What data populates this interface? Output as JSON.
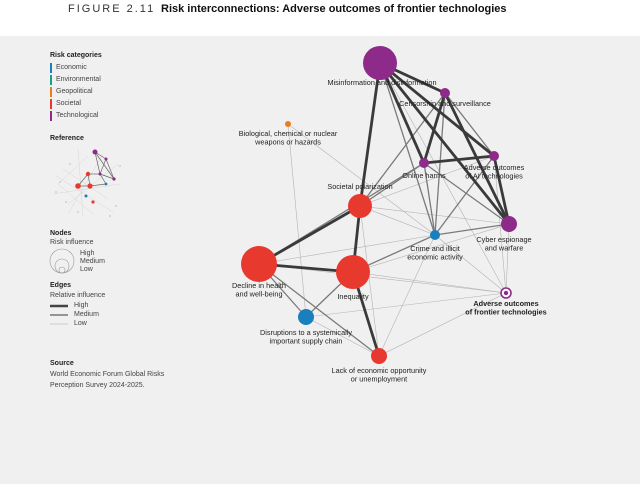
{
  "header": {
    "figure_label": "FIGURE 2.11",
    "title": "Risk interconnections: Adverse outcomes of frontier technologies"
  },
  "legend": {
    "categories_title": "Risk categories",
    "categories": [
      {
        "label": "Economic",
        "color": "#1a7fbd"
      },
      {
        "label": "Environmental",
        "color": "#16a085"
      },
      {
        "label": "Geopolitical",
        "color": "#e67e22"
      },
      {
        "label": "Societal",
        "color": "#e8392f"
      },
      {
        "label": "Technological",
        "color": "#8e2a8a"
      }
    ],
    "reference_title": "Reference",
    "nodes_title": "Nodes",
    "nodes_subtitle": "Risk influence",
    "nodes_levels": [
      "High",
      "Medium",
      "Low"
    ],
    "edges_title": "Edges",
    "edges_subtitle": "Relative influence",
    "edges_levels": [
      "High",
      "Medium",
      "Low"
    ],
    "source_title": "Source",
    "source_text_1": "World Economic Forum Global Risks",
    "source_text_2": "Perception Survey 2024-2025."
  },
  "network": {
    "nodes": [
      {
        "id": "misinfo",
        "label_lines": [
          "Misinformation and disinformation"
        ],
        "category": "Technological",
        "size": "xlarge"
      },
      {
        "id": "censorship",
        "label_lines": [
          "Censorship and surveillance"
        ],
        "category": "Technological",
        "size": "small"
      },
      {
        "id": "bio",
        "label_lines": [
          "Biological, chemical or nuclear",
          "weapons or hazards"
        ],
        "category": "Geopolitical",
        "size": "tiny"
      },
      {
        "id": "online",
        "label_lines": [
          "Online harms"
        ],
        "category": "Technological",
        "size": "small"
      },
      {
        "id": "adverse_ai",
        "label_lines": [
          "Adverse outcomes",
          "of AI technologies"
        ],
        "category": "Technological",
        "size": "small"
      },
      {
        "id": "polarization",
        "label_lines": [
          "Societal polarization"
        ],
        "category": "Societal",
        "size": "large"
      },
      {
        "id": "cyber",
        "label_lines": [
          "Cyber espionage",
          "and warfare"
        ],
        "category": "Technological",
        "size": "medium"
      },
      {
        "id": "crime",
        "label_lines": [
          "Crime and illicit",
          "economic activity"
        ],
        "category": "Economic",
        "size": "small"
      },
      {
        "id": "health",
        "label_lines": [
          "Decline in health",
          "and well-being"
        ],
        "category": "Societal",
        "size": "xxlarge"
      },
      {
        "id": "inequality",
        "label_lines": [
          "Inequality"
        ],
        "category": "Societal",
        "size": "xlarge"
      },
      {
        "id": "frontier",
        "label_lines": [
          "Adverse outcomes",
          "of frontier technologies"
        ],
        "category": "Technological",
        "size": "ring",
        "bold": true
      },
      {
        "id": "supply",
        "label_lines": [
          "Disruptions to a systemically",
          "important supply chain"
        ],
        "category": "Economic",
        "size": "medium"
      },
      {
        "id": "unemployment",
        "label_lines": [
          "Lack of economic opportunity",
          "or unemployment"
        ],
        "category": "Societal",
        "size": "medium"
      }
    ],
    "edges": [
      {
        "from": "misinfo",
        "to": "polarization",
        "weight": "high"
      },
      {
        "from": "misinfo",
        "to": "censorship",
        "weight": "high"
      },
      {
        "from": "misinfo",
        "to": "online",
        "weight": "high"
      },
      {
        "from": "misinfo",
        "to": "adverse_ai",
        "weight": "high"
      },
      {
        "from": "misinfo",
        "to": "cyber",
        "weight": "high"
      },
      {
        "from": "misinfo",
        "to": "crime",
        "weight": "medium"
      },
      {
        "from": "misinfo",
        "to": "frontier",
        "weight": "low"
      },
      {
        "from": "censorship",
        "to": "online",
        "weight": "high"
      },
      {
        "from": "censorship",
        "to": "adverse_ai",
        "weight": "medium"
      },
      {
        "from": "censorship",
        "to": "cyber",
        "weight": "high"
      },
      {
        "from": "censorship",
        "to": "crime",
        "weight": "medium"
      },
      {
        "from": "censorship",
        "to": "polarization",
        "weight": "medium"
      },
      {
        "from": "online",
        "to": "adverse_ai",
        "weight": "high"
      },
      {
        "from": "online",
        "to": "polarization",
        "weight": "medium"
      },
      {
        "from": "online",
        "to": "cyber",
        "weight": "medium"
      },
      {
        "from": "online",
        "to": "crime",
        "weight": "medium"
      },
      {
        "from": "online",
        "to": "health",
        "weight": "medium"
      },
      {
        "from": "adverse_ai",
        "to": "cyber",
        "weight": "high"
      },
      {
        "from": "adverse_ai",
        "to": "polarization",
        "weight": "low"
      },
      {
        "from": "adverse_ai",
        "to": "frontier",
        "weight": "low"
      },
      {
        "from": "adverse_ai",
        "to": "crime",
        "weight": "medium"
      },
      {
        "from": "cyber",
        "to": "crime",
        "weight": "medium"
      },
      {
        "from": "cyber",
        "to": "polarization",
        "weight": "low"
      },
      {
        "from": "cyber",
        "to": "inequality",
        "weight": "low"
      },
      {
        "from": "cyber",
        "to": "frontier",
        "weight": "low"
      },
      {
        "from": "polarization",
        "to": "health",
        "weight": "high"
      },
      {
        "from": "polarization",
        "to": "inequality",
        "weight": "high"
      },
      {
        "from": "polarization",
        "to": "crime",
        "weight": "low"
      },
      {
        "from": "polarization",
        "to": "unemployment",
        "weight": "low"
      },
      {
        "from": "health",
        "to": "inequality",
        "weight": "high"
      },
      {
        "from": "health",
        "to": "supply",
        "weight": "medium"
      },
      {
        "from": "health",
        "to": "unemployment",
        "weight": "medium"
      },
      {
        "from": "health",
        "to": "crime",
        "weight": "low"
      },
      {
        "from": "health",
        "to": "frontier",
        "weight": "low"
      },
      {
        "from": "inequality",
        "to": "unemployment",
        "weight": "high"
      },
      {
        "from": "inequality",
        "to": "crime",
        "weight": "medium"
      },
      {
        "from": "inequality",
        "to": "supply",
        "weight": "medium"
      },
      {
        "from": "inequality",
        "to": "frontier",
        "weight": "low"
      },
      {
        "from": "crime",
        "to": "unemployment",
        "weight": "low"
      },
      {
        "from": "crime",
        "to": "frontier",
        "weight": "low"
      },
      {
        "from": "supply",
        "to": "unemployment",
        "weight": "low"
      },
      {
        "from": "supply",
        "to": "frontier",
        "weight": "low"
      },
      {
        "from": "bio",
        "to": "crime",
        "weight": "low"
      },
      {
        "from": "bio",
        "to": "supply",
        "weight": "low"
      },
      {
        "from": "unemployment",
        "to": "frontier",
        "weight": "low"
      }
    ]
  }
}
